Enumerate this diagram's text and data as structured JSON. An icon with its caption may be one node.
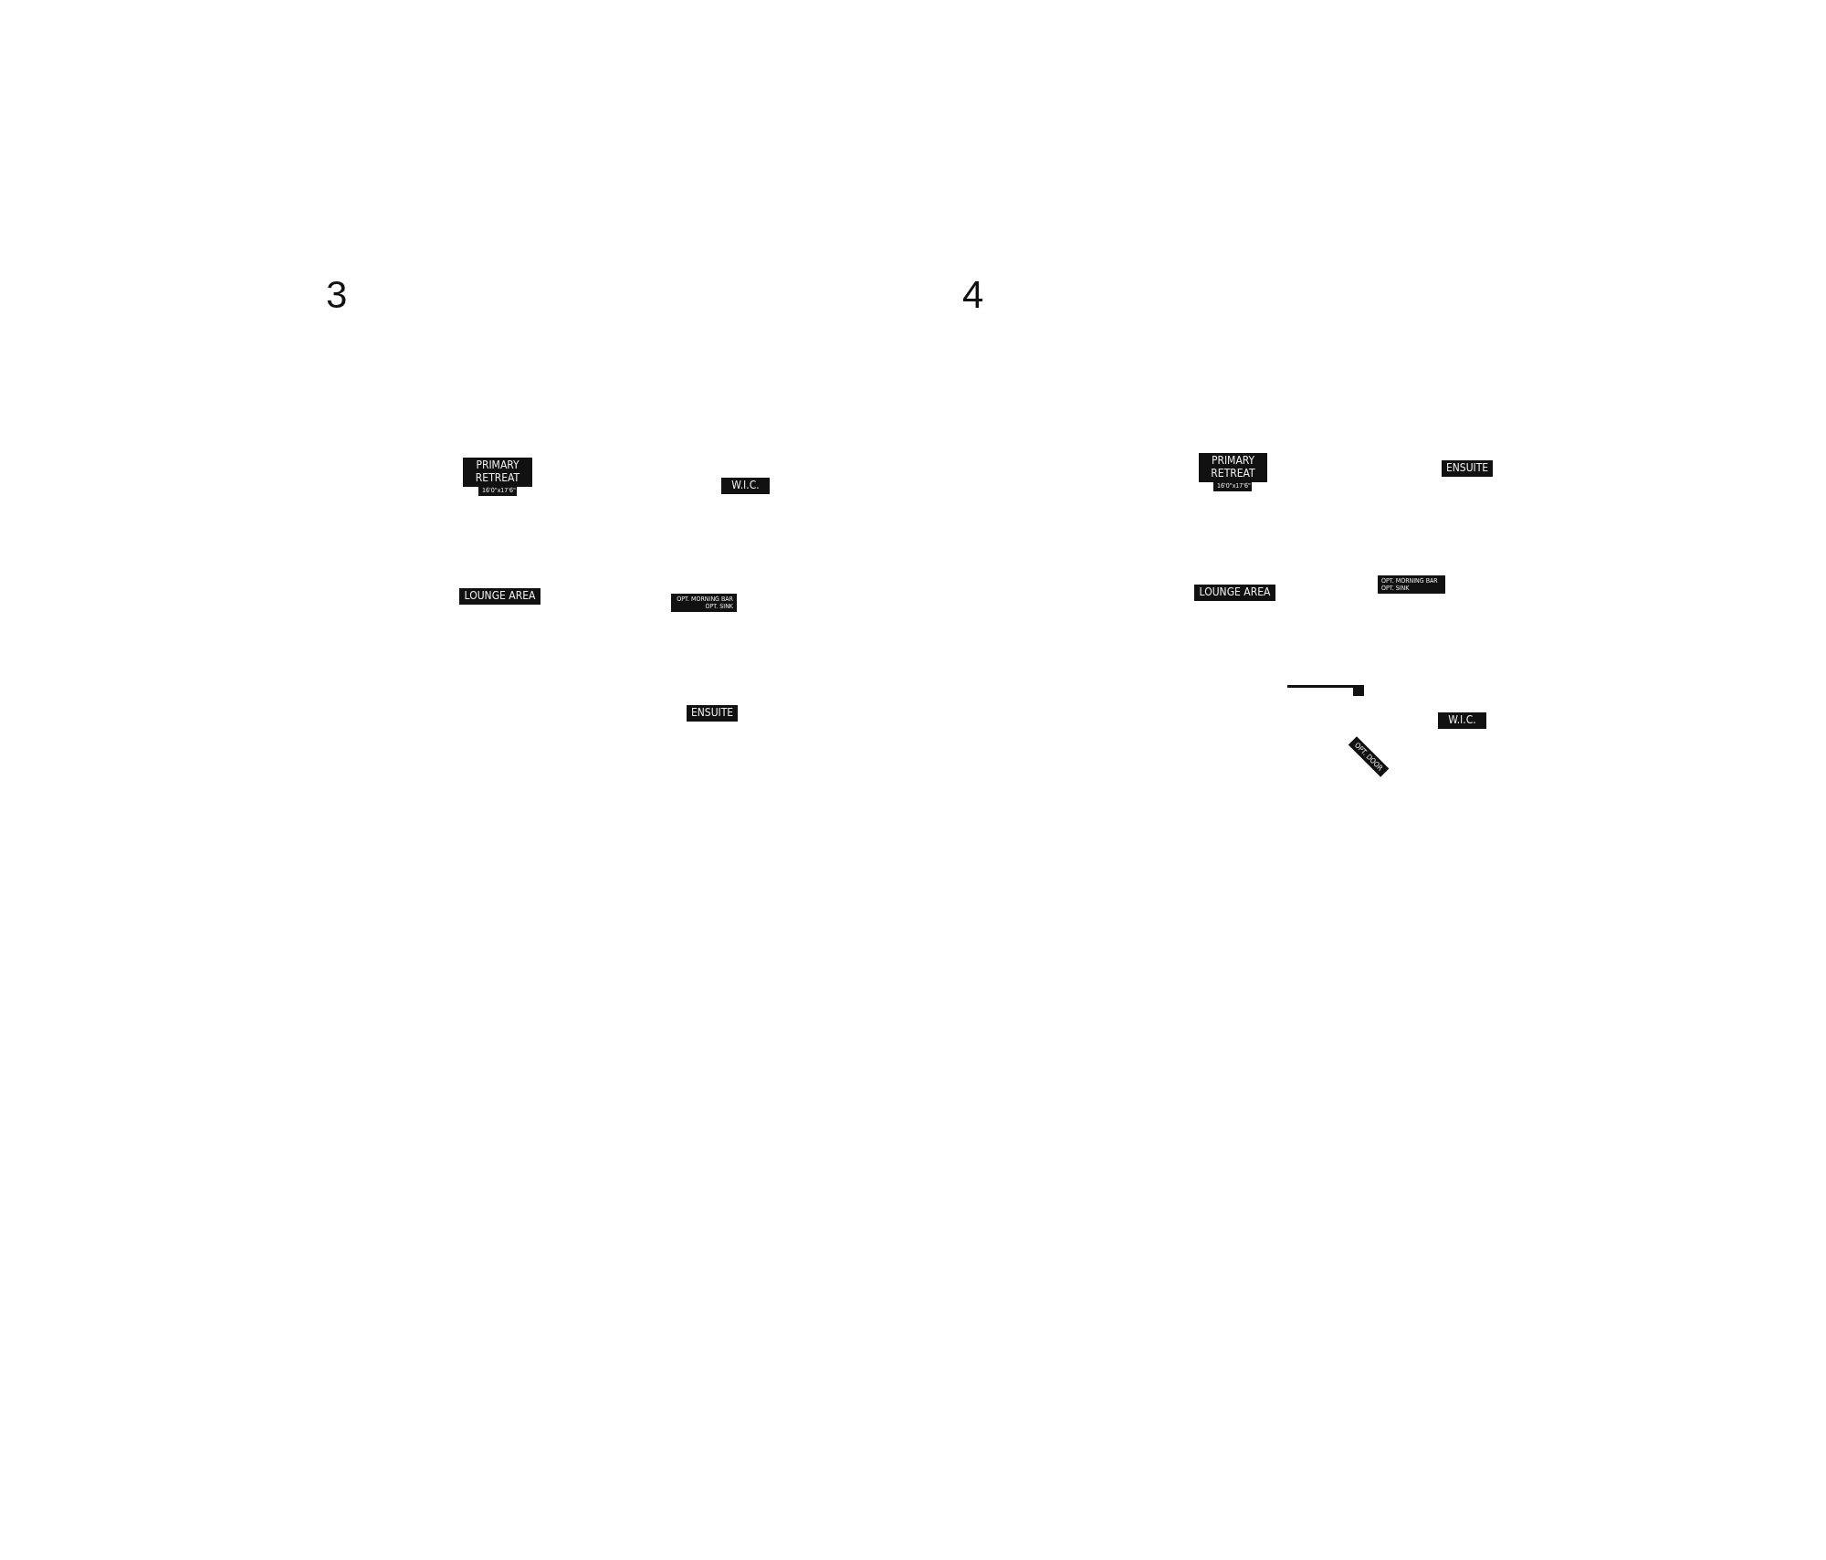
{
  "diagram": {
    "labels": [
      "3",
      "4",
      "PRIMARY RETREAT",
      "16'0\"x17'6\"",
      "W.I.C.",
      "LOUNGE AREA",
      "OPT. MORNING BAR OPT. SINK",
      "ENSUITE",
      "PRIMARY RETREAT",
      "16'0\"x17'6\"",
      "ENSUITE",
      "LOUNGE AREA",
      "OPT. MORNING BAR OPT. SINK",
      "W.I.C.",
      "OPT. DOOR"
    ]
  }
}
